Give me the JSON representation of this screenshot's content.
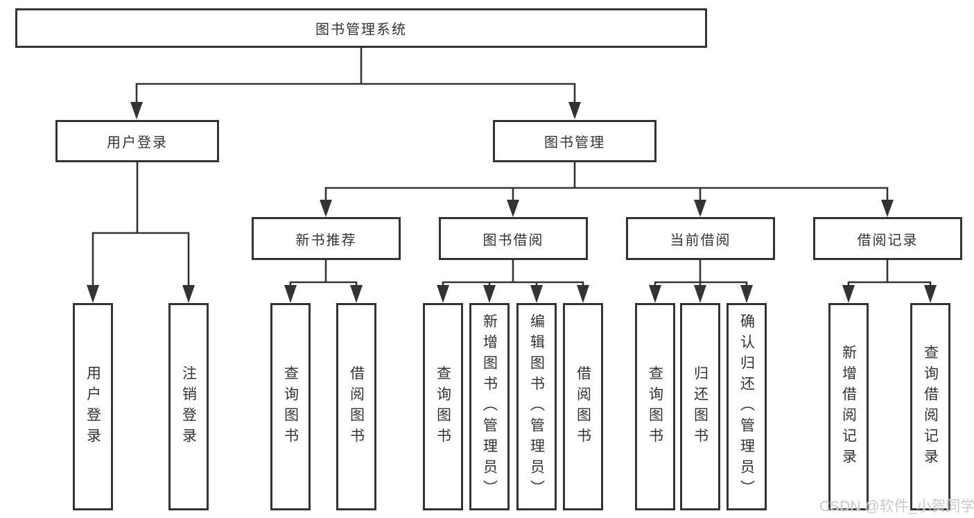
{
  "tree": {
    "label": "图书管理系统",
    "children": [
      {
        "label": "用户登录",
        "children": [
          {
            "label": "用户登录"
          },
          {
            "label": "注销登录"
          }
        ]
      },
      {
        "label": "图书管理",
        "children": [
          {
            "label": "新书推荐",
            "children": [
              {
                "label": "查询图书"
              },
              {
                "label": "借阅图书"
              }
            ]
          },
          {
            "label": "图书借阅",
            "children": [
              {
                "label": "查询图书"
              },
              {
                "label": "新增图书（管理员）"
              },
              {
                "label": "编辑图书（管理员）"
              },
              {
                "label": "借阅图书"
              }
            ]
          },
          {
            "label": "当前借阅",
            "children": [
              {
                "label": "查询图书"
              },
              {
                "label": "归还图书"
              },
              {
                "label": "确认归还（管理员）"
              }
            ]
          },
          {
            "label": "借阅记录",
            "children": [
              {
                "label": "新增借阅记录"
              },
              {
                "label": "查询借阅记录"
              }
            ]
          }
        ]
      }
    ]
  },
  "watermark": "CSDN @软件_小贺同学",
  "colors": {
    "line": "#333333",
    "box_border": "#333333",
    "text": "#333333",
    "watermark": "#c8c8c8",
    "background": "#ffffff"
  }
}
